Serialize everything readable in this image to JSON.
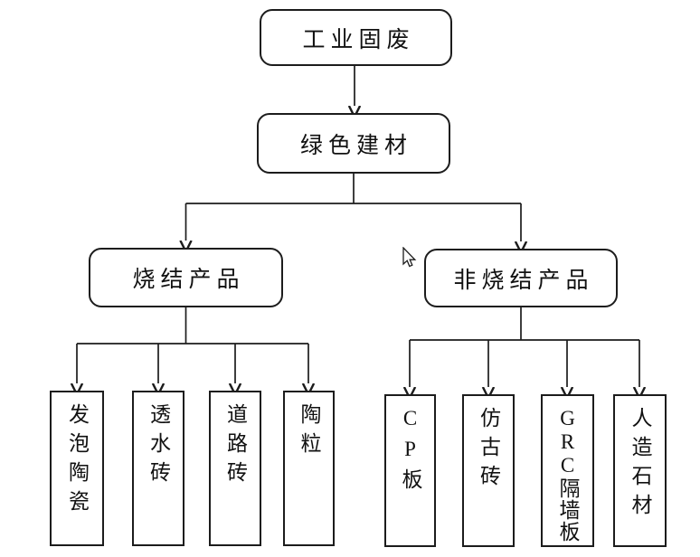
{
  "diagram": {
    "root": {
      "label": "工业固废"
    },
    "level2": {
      "label": "绿色建材"
    },
    "branches": [
      {
        "label": "烧结产品",
        "children": [
          {
            "label": "发泡陶瓷"
          },
          {
            "label": "透水砖"
          },
          {
            "label": "道路砖"
          },
          {
            "label": "陶粒"
          }
        ]
      },
      {
        "label": "非烧结产品",
        "children": [
          {
            "label": "CP板"
          },
          {
            "label": "仿古砖"
          },
          {
            "label": "GRC隔墙板"
          },
          {
            "label": "人造石材"
          }
        ]
      }
    ]
  },
  "icons": {
    "cursor": "arrow-pointer-icon"
  },
  "colors": {
    "line": "#1c1c1c",
    "box_border": "#1c1c1c",
    "text": "#111111",
    "background": "#ffffff"
  }
}
